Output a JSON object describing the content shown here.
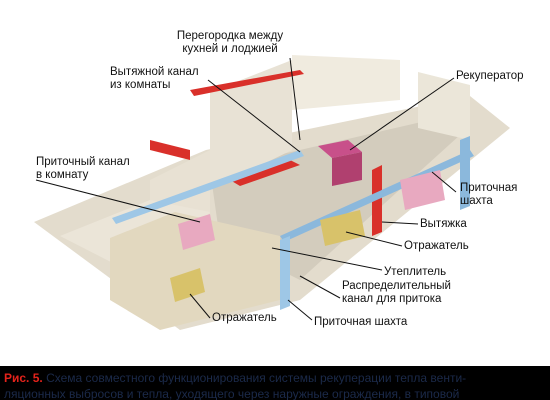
{
  "labels": {
    "partition": "Перегородка между\nкухней и лоджией",
    "exhaust_channel": "Вытяжной канал\nиз комнаты",
    "recuperator": "Рекуператор",
    "supply_channel": "Приточный канал\nв комнату",
    "supply_shaft_right": "Приточная\nшахта",
    "exhaust": "Вытяжка",
    "reflector_right": "Отражатель",
    "insulation": "Утеплитель",
    "distribution_channel": "Распределительный\nканал для притока",
    "reflector_left": "Отражатель",
    "supply_shaft_bottom": "Приточная шахта"
  },
  "caption": {
    "figure": "Рис. 5.",
    "line1": "Схема совместного функционирования системы рекуперации тепла венти-",
    "line2": "ляционных выбросов и тепла, уходящего через наружные ограждения, в типовой"
  },
  "colors": {
    "background": "#000000",
    "panel": "#ffffff",
    "red_channel": "#d9302a",
    "blue_channel": "#9ec7e6",
    "caption_text": "#1b2a4a",
    "figure_label": "#e5231b"
  }
}
